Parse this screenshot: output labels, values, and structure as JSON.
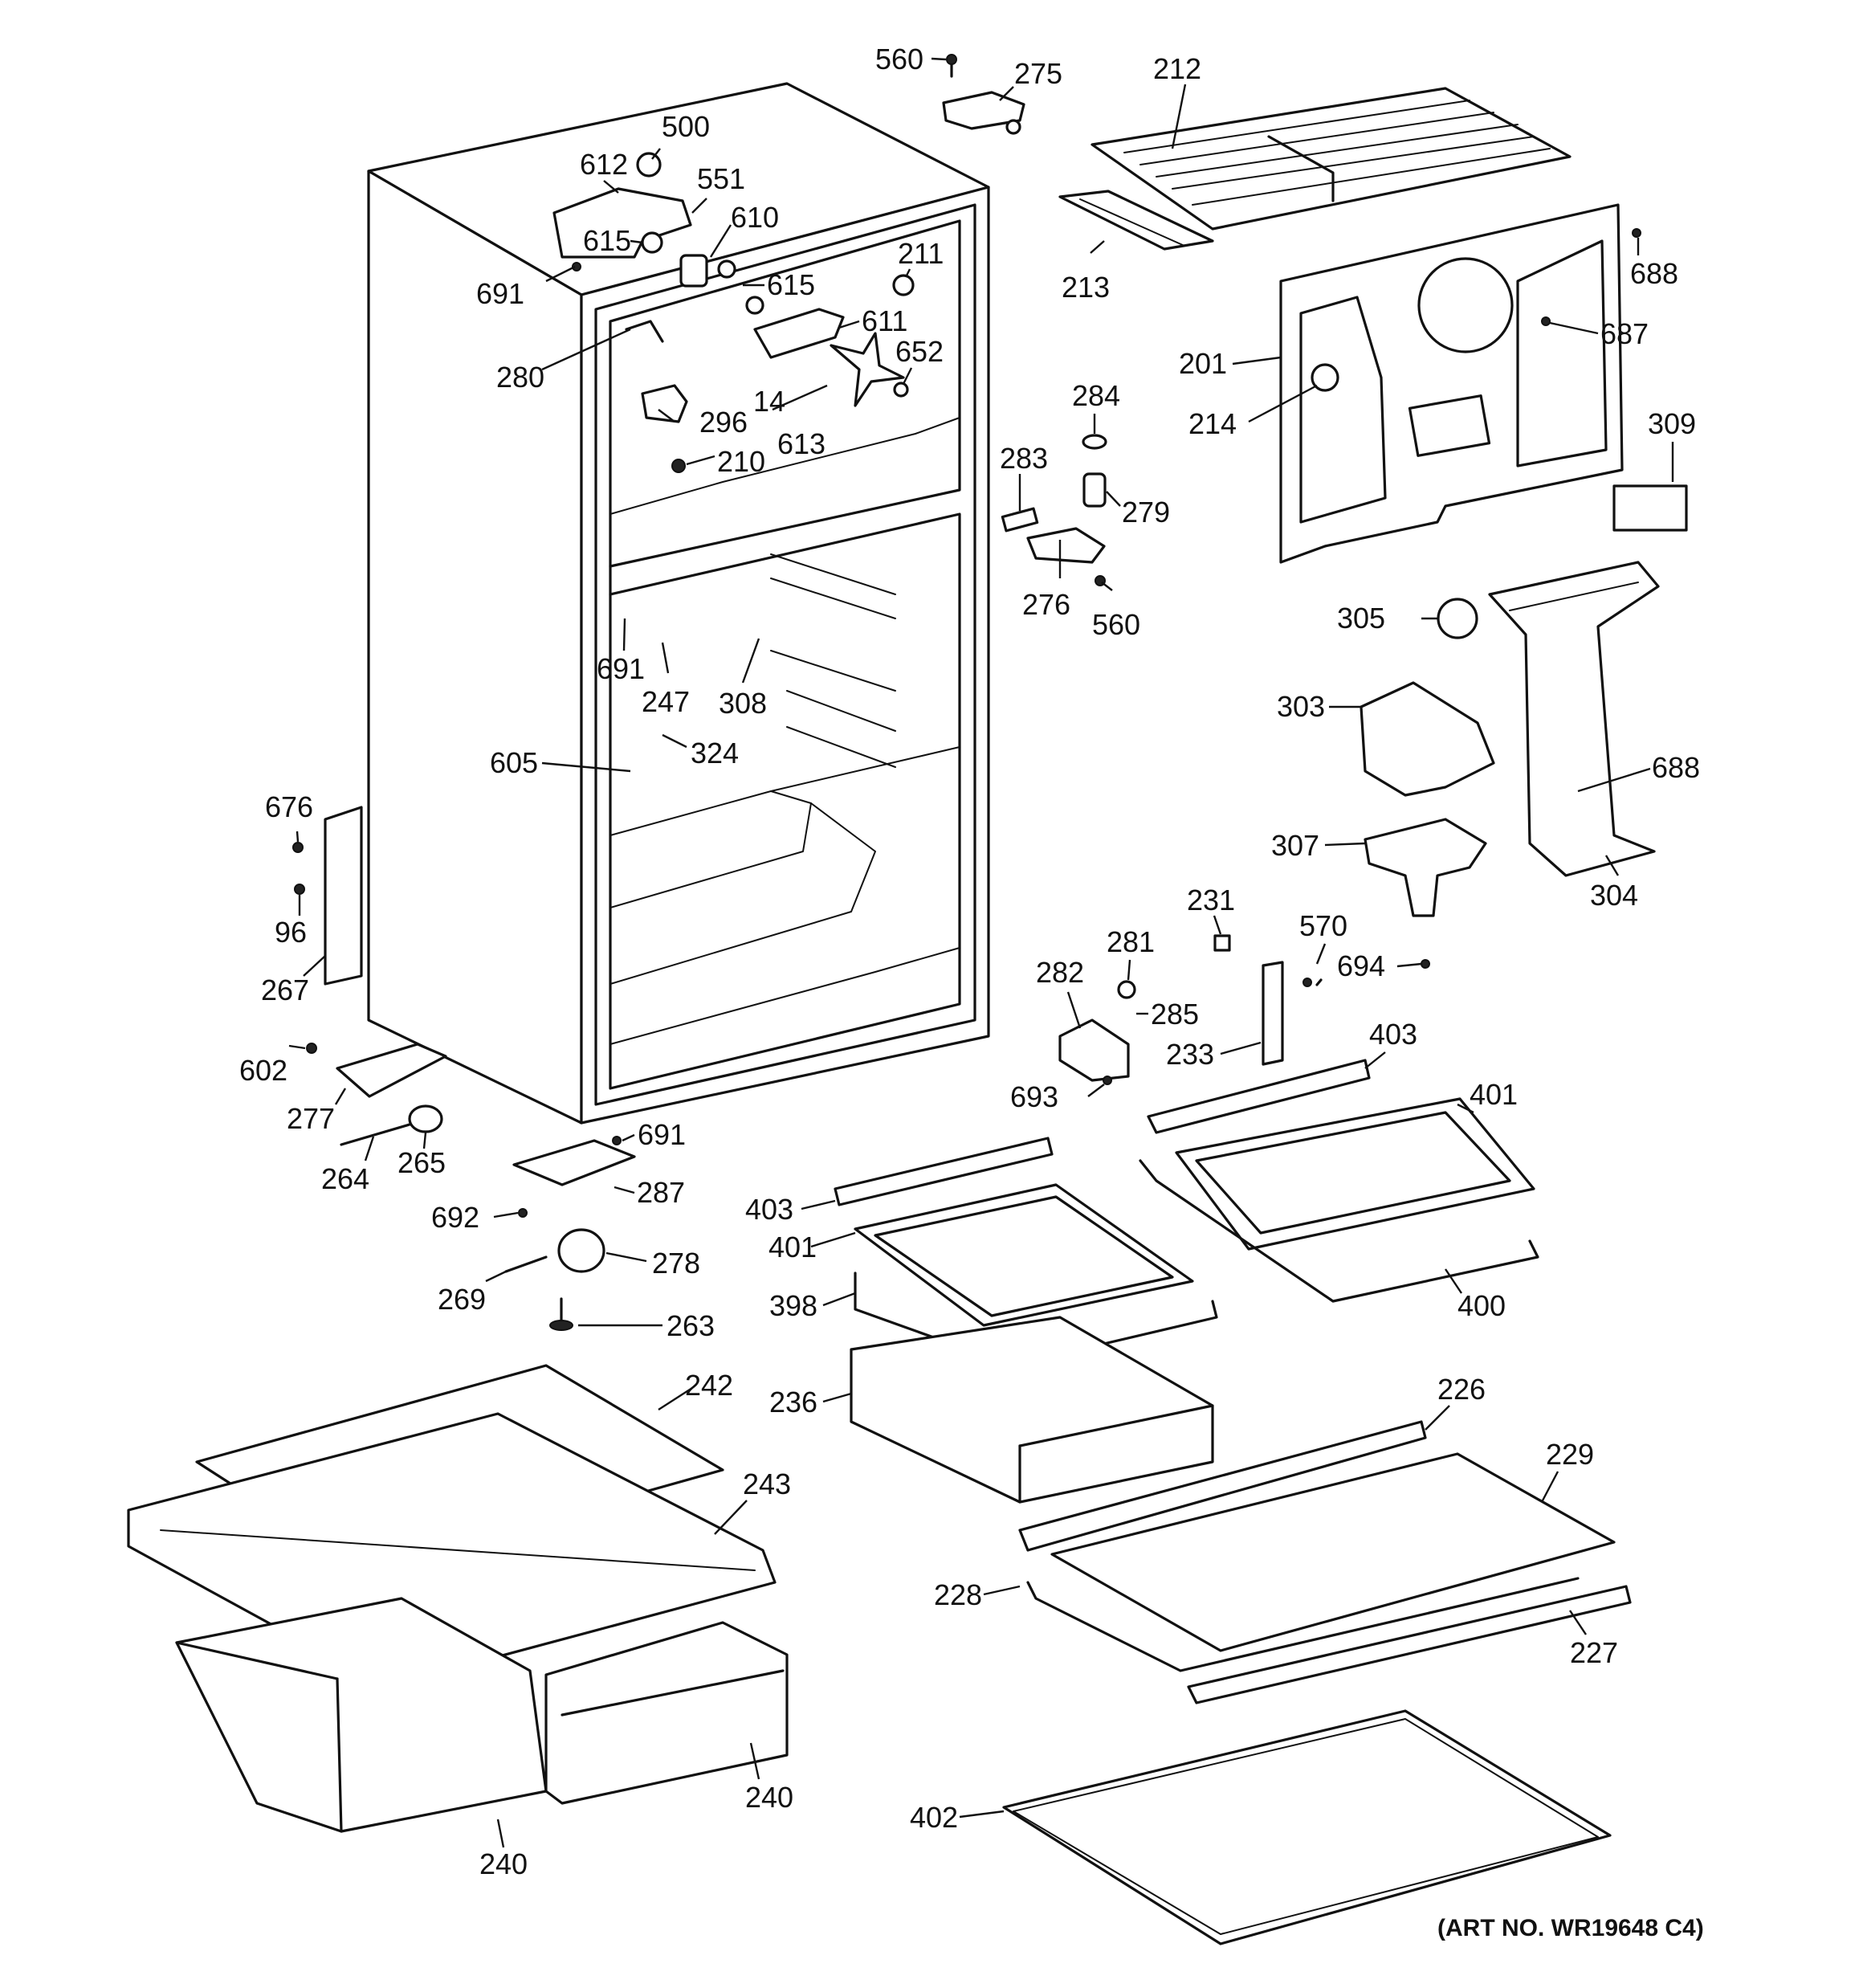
{
  "diagram": {
    "art_number": "(ART NO. WR19648 C4)",
    "callouts": [
      {
        "id": "c560a",
        "label": "560"
      },
      {
        "id": "c275",
        "label": "275"
      },
      {
        "id": "c212",
        "label": "212"
      },
      {
        "id": "c500",
        "label": "500"
      },
      {
        "id": "c612",
        "label": "612"
      },
      {
        "id": "c551",
        "label": "551"
      },
      {
        "id": "c610",
        "label": "610"
      },
      {
        "id": "c615a",
        "label": "615"
      },
      {
        "id": "c691a",
        "label": "691"
      },
      {
        "id": "c211",
        "label": "211"
      },
      {
        "id": "c615b",
        "label": "615"
      },
      {
        "id": "c611",
        "label": "611"
      },
      {
        "id": "c652",
        "label": "652"
      },
      {
        "id": "c213",
        "label": "213"
      },
      {
        "id": "c688a",
        "label": "688"
      },
      {
        "id": "c687",
        "label": "687"
      },
      {
        "id": "c201",
        "label": "201"
      },
      {
        "id": "c214",
        "label": "214"
      },
      {
        "id": "c280",
        "label": "280"
      },
      {
        "id": "c296",
        "label": "296"
      },
      {
        "id": "c14",
        "label": "14"
      },
      {
        "id": "c613",
        "label": "613"
      },
      {
        "id": "c210",
        "label": "210"
      },
      {
        "id": "c284",
        "label": "284"
      },
      {
        "id": "c283",
        "label": "283"
      },
      {
        "id": "c279",
        "label": "279"
      },
      {
        "id": "c309",
        "label": "309"
      },
      {
        "id": "c276",
        "label": "276"
      },
      {
        "id": "c560b",
        "label": "560"
      },
      {
        "id": "c305",
        "label": "305"
      },
      {
        "id": "c691b",
        "label": "691"
      },
      {
        "id": "c247",
        "label": "247"
      },
      {
        "id": "c308",
        "label": "308"
      },
      {
        "id": "c303",
        "label": "303"
      },
      {
        "id": "c324",
        "label": "324"
      },
      {
        "id": "c605",
        "label": "605"
      },
      {
        "id": "c688b",
        "label": "688"
      },
      {
        "id": "c676",
        "label": "676"
      },
      {
        "id": "c307",
        "label": "307"
      },
      {
        "id": "c96",
        "label": "96"
      },
      {
        "id": "c304",
        "label": "304"
      },
      {
        "id": "c231",
        "label": "231"
      },
      {
        "id": "c570",
        "label": "570"
      },
      {
        "id": "c281",
        "label": "281"
      },
      {
        "id": "c282",
        "label": "282"
      },
      {
        "id": "c694",
        "label": "694"
      },
      {
        "id": "c267",
        "label": "267"
      },
      {
        "id": "c285",
        "label": "285"
      },
      {
        "id": "c233",
        "label": "233"
      },
      {
        "id": "c403a",
        "label": "403"
      },
      {
        "id": "c602",
        "label": "602"
      },
      {
        "id": "c693",
        "label": "693"
      },
      {
        "id": "c401a",
        "label": "401"
      },
      {
        "id": "c277",
        "label": "277"
      },
      {
        "id": "c691c",
        "label": "691"
      },
      {
        "id": "c264",
        "label": "264"
      },
      {
        "id": "c265",
        "label": "265"
      },
      {
        "id": "c403b",
        "label": "403"
      },
      {
        "id": "c287",
        "label": "287"
      },
      {
        "id": "c692",
        "label": "692"
      },
      {
        "id": "c401b",
        "label": "401"
      },
      {
        "id": "c278",
        "label": "278"
      },
      {
        "id": "c400",
        "label": "400"
      },
      {
        "id": "c269",
        "label": "269"
      },
      {
        "id": "c398",
        "label": "398"
      },
      {
        "id": "c263",
        "label": "263"
      },
      {
        "id": "c242",
        "label": "242"
      },
      {
        "id": "c236",
        "label": "236"
      },
      {
        "id": "c226",
        "label": "226"
      },
      {
        "id": "c229",
        "label": "229"
      },
      {
        "id": "c243",
        "label": "243"
      },
      {
        "id": "c228",
        "label": "228"
      },
      {
        "id": "c227",
        "label": "227"
      },
      {
        "id": "c240a",
        "label": "240"
      },
      {
        "id": "c402",
        "label": "402"
      },
      {
        "id": "c240b",
        "label": "240"
      }
    ]
  }
}
